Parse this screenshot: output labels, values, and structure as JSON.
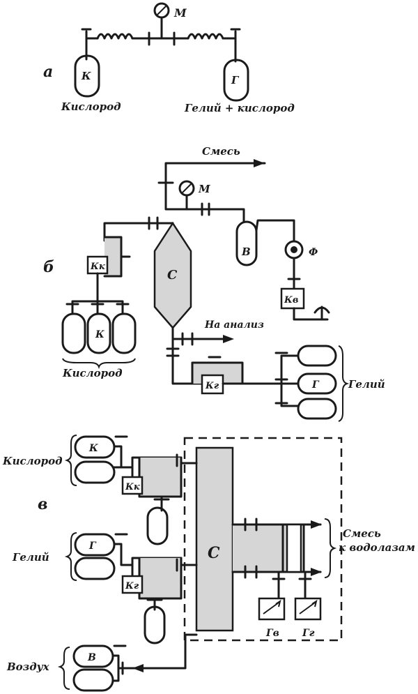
{
  "section_a": {
    "marker": "а",
    "gauge": "М",
    "cylinder_left": "К",
    "cylinder_right": "Г",
    "label_left": "Кислород",
    "label_right": "Гелий + кислород"
  },
  "section_b": {
    "marker": "б",
    "mixture": "Смесь",
    "gauge": "М",
    "mixer": "С",
    "receiver": "В",
    "filter": "Ф",
    "compressor_o2": "Кк",
    "compressor_air": "Кв",
    "cylinder_o2": "К",
    "label_o2": "Кислород",
    "to_analysis": "На анализ",
    "compressor_he": "Кг",
    "cylinder_he": "Г",
    "label_he": "Гелий"
  },
  "section_v": {
    "marker": "в",
    "label_o2": "Кислород",
    "cylinder_o2": "К",
    "compressor_o2": "Кк",
    "label_he": "Гелий",
    "cylinder_he": "Г",
    "compressor_he": "Кг",
    "label_air": "Воздух",
    "cylinder_air": "В",
    "mixer": "С",
    "mixture": "Смесь",
    "to_divers": "к водолазам",
    "analyzer_1": "Гв",
    "analyzer_2": "Гг"
  }
}
